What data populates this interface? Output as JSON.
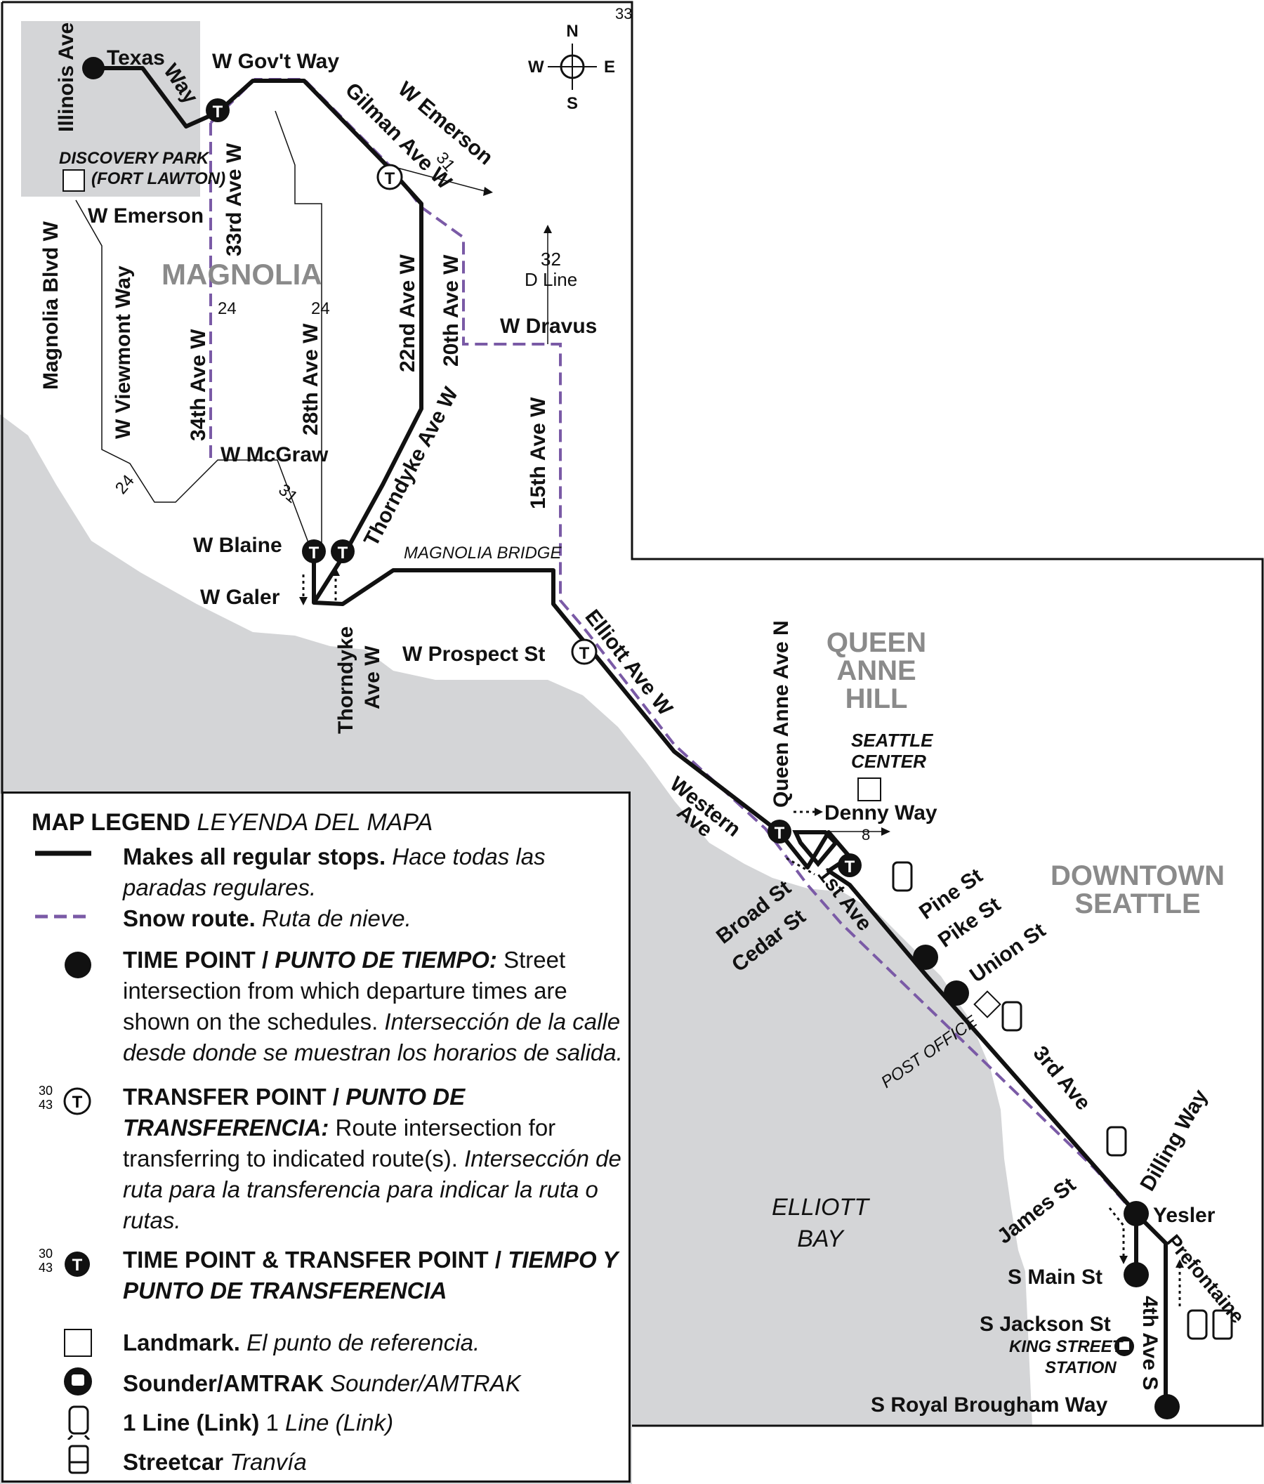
{
  "page_number": "33",
  "compass": {
    "n": "N",
    "s": "S",
    "e": "E",
    "w": "W"
  },
  "areas": {
    "magnolia": "MAGNOLIA",
    "queen_anne_1": "QUEEN",
    "queen_anne_2": "ANNE",
    "queen_anne_3": "HILL",
    "downtown_1": "DOWNTOWN",
    "downtown_2": "SEATTLE",
    "elliott_1": "ELLIOTT",
    "elliott_2": "BAY"
  },
  "streets": {
    "illinois": "Illinois Ave",
    "texas": "Texas",
    "texas_way": "Way",
    "govt": "W Gov't Way",
    "gilman": "Gilman Ave W",
    "emerson_ne": "W Emerson",
    "emerson_w": "W Emerson",
    "thirty_third": "33rd Ave W",
    "magnolia_blvd": "Magnolia Blvd W",
    "viewmont": "W Viewmont Way",
    "thirty_fourth": "34th Ave W",
    "twenty_eighth": "28th Ave W",
    "twenty_second": "22nd Ave W",
    "twentieth": "20th Ave W",
    "dravus": "W Dravus",
    "fifteenth": "15th Ave W",
    "mcgraw": "W McGraw",
    "thorndyke_diag": "Thorndyke Ave W",
    "blaine": "W Blaine",
    "galer": "W Galer",
    "thorndyke_v1": "Thorndyke",
    "thorndyke_v2": "Ave W",
    "prospect": "W Prospect St",
    "elliott_ave": "Elliott Ave W",
    "western_1": "Western",
    "western_2": "Ave",
    "queen_anne_n": "Queen Anne Ave N",
    "denny": "Denny Way",
    "broad": "Broad St",
    "cedar": "Cedar St",
    "first": "1st Ave",
    "pine": "Pine St",
    "pike": "Pike St",
    "union": "Union St",
    "third": "3rd Ave",
    "dilling": "Dilling Way",
    "james": "James St",
    "yesler": "Yesler",
    "prefontaine": "Prefontaine",
    "main": "S Main St",
    "jackson": "S Jackson St",
    "fourth_s": "4th Ave S",
    "royal": "S Royal Brougham Way"
  },
  "landmarks": {
    "discovery_1": "DISCOVERY PARK",
    "discovery_2": "(FORT LAWTON)",
    "bridge": "MAGNOLIA BRIDGE",
    "seattle_center_1": "SEATTLE",
    "seattle_center_2": "CENTER",
    "post_office": "POST OFFICE",
    "king_st_1": "KING STREET",
    "king_st_2": "STATION"
  },
  "route_labels": {
    "r31a": "31",
    "r24a": "24",
    "r24b": "24",
    "r24c": "24",
    "r31b": "31",
    "r32": "32",
    "dline": "D Line",
    "r8": "8",
    "legend_30": "30",
    "legend_43": "43"
  },
  "transfer_symbol": "T",
  "legend": {
    "title_bold": "MAP LEGEND",
    "title_ital": "LEYENDA DEL MAPA",
    "regular_bold": "Makes all regular stops.",
    "regular_ital": "Hace todas las paradas regulares.",
    "snow_bold": "Snow route.",
    "snow_ital": "Ruta de nieve.",
    "tp_bold": "TIME POINT / ",
    "tp_bold_ital": "PUNTO DE TIEMPO:",
    "tp_text": " Street intersection from which departure times are shown on the schedules. ",
    "tp_ital": "Intersección de la calle desde donde se muestran los horarios de salida.",
    "xp_bold": "TRANSFER POINT / ",
    "xp_bold_ital": "PUNTO DE TRANSFERENCIA:",
    "xp_text": " Route intersection for transferring to indicated route(s). ",
    "xp_ital": "Intersección de ruta para la transferencia para indicar la ruta o rutas.",
    "txp_bold": "TIME POINT & TRANSFER POINT / ",
    "txp_bold_ital": "TIEMPO Y PUNTO DE TRANSFERENCIA",
    "landmark_bold": "Landmark.",
    "landmark_ital": "El punto de referencia.",
    "sounder_bold": "Sounder/AMTRAK",
    "sounder_ital": "Sounder/AMTRAK",
    "link_bold": "1 Line (Link)",
    "link_text": " 1 ",
    "link_ital": "Line (Link)",
    "streetcar_bold": "Streetcar",
    "streetcar_ital": "Tranvía"
  },
  "colors": {
    "route": "#111111",
    "snow": "#7a5aa6",
    "water": "#d4d5d7",
    "park": "#d4d5d7",
    "area_label": "#8a8a8a"
  }
}
